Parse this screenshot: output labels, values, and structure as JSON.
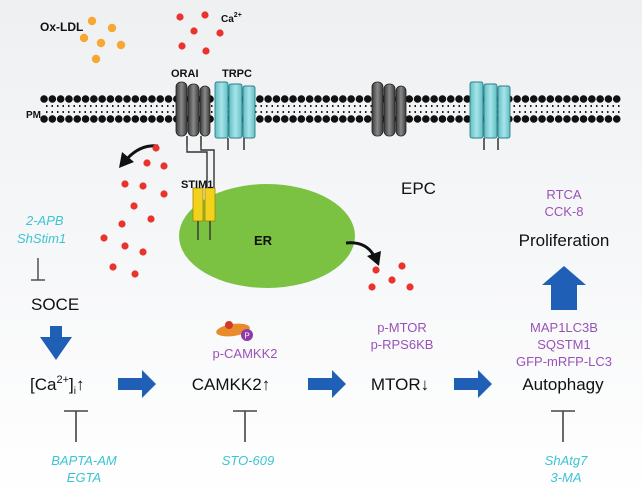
{
  "labels": {
    "ox_ldl": "Ox-LDL",
    "ca": "Ca",
    "ca_sup": "2+",
    "pm": "PM",
    "orai": "ORAI",
    "trpc": "TRPC",
    "stim1": "STIM1",
    "er": "ER",
    "epc": "EPC",
    "soce": "SOCE",
    "ca_conc_open": "[Ca",
    "ca_conc_sup": "2+",
    "ca_conc_close": "]",
    "ca_conc_sub": "i",
    "up_arrow": "↑",
    "down_arrow": "↓",
    "camkk2": "CAMKK2",
    "mtor": "MTOR",
    "autophagy": "Autophagy",
    "proliferation": "Proliferation",
    "p_badge": "P"
  },
  "markers": {
    "p_camkk2": "p-CAMKK2",
    "p_mtor": "p-MTOR",
    "p_rps6kb": "p-RPS6KB",
    "map1lc3b": "MAP1LC3B",
    "sqstm1": "SQSTM1",
    "gfp_mrfp_lc3": "GFP-mRFP-LC3",
    "rtca": "RTCA",
    "cck8": "CCK-8"
  },
  "inhibitors": {
    "apb": "2-APB",
    "shstim1": "ShStim1",
    "bapta": "BAPTA-AM",
    "egta": "EGTA",
    "sto": "STO-609",
    "shatg7": "ShAtg7",
    "three_ma": "3-MA"
  },
  "colors": {
    "purple": "#9a52b8",
    "cyan": "#3cc4d4",
    "blue_arrow": "#1f5fb5",
    "er_fill": "#7cc242",
    "ca_dot": "#e8342c",
    "ox_ldl_dot": "#f6a832",
    "trpc_fill": "#8ad6dc",
    "stim1_fill": "#f2d21b"
  }
}
